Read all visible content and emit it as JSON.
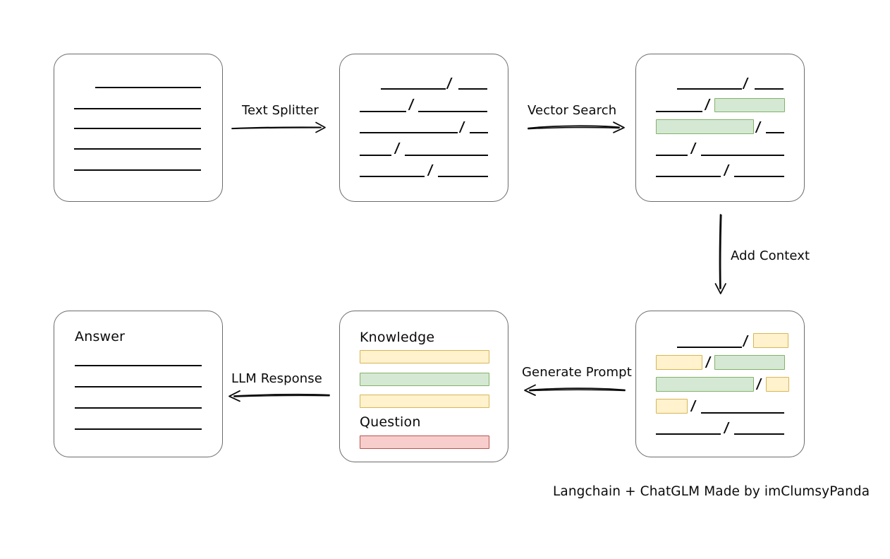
{
  "diagram": {
    "title_note": "Langchain + ChatGLM Made by imClumsyPanda",
    "colors": {
      "stroke": "#0a0a0a",
      "box_border": "#6b6b6b",
      "background": "#ffffff",
      "green_fill": "#d5e8d4",
      "green_border": "#82b366",
      "yellow_fill": "#fff2cc",
      "yellow_border": "#d6b656",
      "red_fill": "#f8cecc",
      "red_border": "#b85450"
    },
    "nodes": [
      {
        "id": "source-document",
        "name": "Source Document",
        "label": "",
        "lines": 5,
        "highlights": []
      },
      {
        "id": "split-document",
        "name": "Split Document",
        "label": "",
        "lines": 5,
        "separator": "/",
        "highlights": []
      },
      {
        "id": "retrieved-document",
        "name": "Retrieved Document",
        "label": "",
        "lines": 5,
        "separator": "/",
        "highlights": [
          "green",
          "green"
        ]
      },
      {
        "id": "context-document",
        "name": "Context Document",
        "label": "",
        "lines": 5,
        "separator": "/",
        "highlights": [
          "yellow",
          "yellow",
          "green",
          "green",
          "yellow",
          "yellow"
        ]
      },
      {
        "id": "prompt",
        "name": "Prompt",
        "label_knowledge": "Knowledge",
        "label_question": "Question",
        "knowledge_bars": [
          "yellow",
          "green",
          "yellow"
        ],
        "question_bars": [
          "red"
        ]
      },
      {
        "id": "answer",
        "name": "Answer",
        "label": "Answer",
        "lines": 4,
        "highlights": []
      }
    ],
    "edges": [
      {
        "id": "edge-text-splitter",
        "label": "Text Splitter",
        "from": "source-document",
        "to": "split-document",
        "direction": "right"
      },
      {
        "id": "edge-vector-search",
        "label": "Vector Search",
        "from": "split-document",
        "to": "retrieved-document",
        "direction": "right"
      },
      {
        "id": "edge-add-context",
        "label": "Add Context",
        "from": "retrieved-document",
        "to": "context-document",
        "direction": "down"
      },
      {
        "id": "edge-generate-prompt",
        "label": "Generate Prompt",
        "from": "context-document",
        "to": "prompt",
        "direction": "left"
      },
      {
        "id": "edge-llm-response",
        "label": "LLM Response",
        "from": "prompt",
        "to": "answer",
        "direction": "left"
      }
    ]
  }
}
